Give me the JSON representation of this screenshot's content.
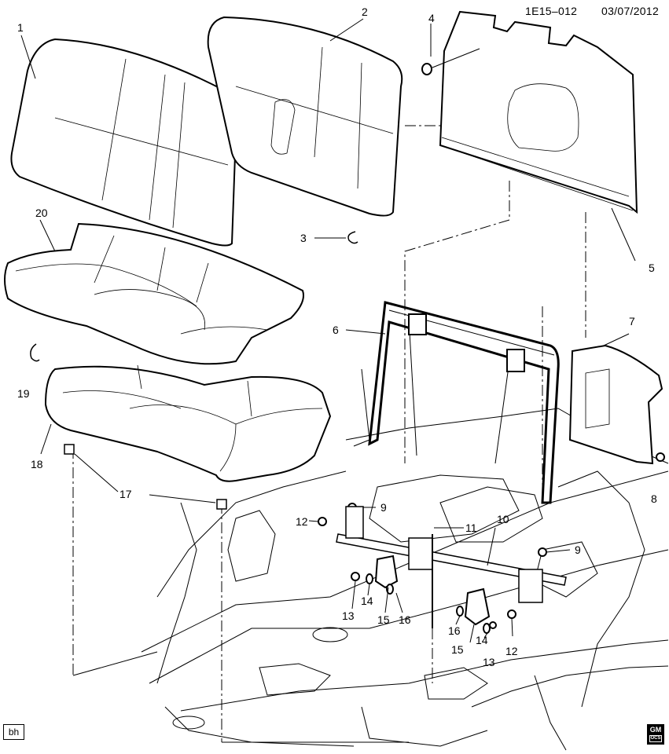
{
  "header": {
    "code": "1E15–012",
    "date": "03/07/2012"
  },
  "callouts": [
    "1",
    "2",
    "3",
    "4",
    "5",
    "6",
    "7",
    "8",
    "9",
    "9",
    "10",
    "11",
    "12",
    "12",
    "13",
    "13",
    "14",
    "14",
    "15",
    "15",
    "16",
    "16",
    "17",
    "18",
    "19",
    "20"
  ],
  "footer": {
    "author_box": "bh",
    "logo_text": "GM",
    "logo_sub": "OCS"
  }
}
